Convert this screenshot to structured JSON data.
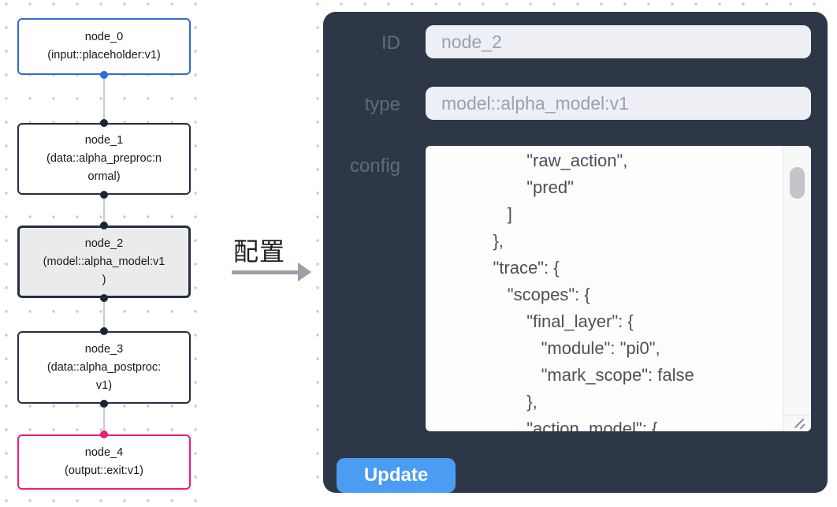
{
  "flow": {
    "nodes": [
      {
        "id": "node_0",
        "kind": "input",
        "lines": [
          "node_0",
          "(input::placeholder:v1)",
          ""
        ]
      },
      {
        "id": "node_1",
        "kind": "default",
        "lines": [
          "node_1",
          "(data::alpha_preproc:n",
          "ormal)"
        ]
      },
      {
        "id": "node_2",
        "kind": "selected",
        "lines": [
          "node_2",
          "(model::alpha_model:v1",
          ")"
        ]
      },
      {
        "id": "node_3",
        "kind": "default",
        "lines": [
          "node_3",
          "(data::alpha_postproc:",
          "v1)"
        ]
      },
      {
        "id": "node_4",
        "kind": "output",
        "lines": [
          "node_4",
          "(output::exit:v1)",
          ""
        ]
      }
    ]
  },
  "annotation": {
    "label": "配置"
  },
  "panel": {
    "id_label": "ID",
    "id_value": "node_2",
    "type_label": "type",
    "type_value": "model::alpha_model:v1",
    "config_label": "config",
    "config_text": "                    \"raw_action\",\n                    \"pred\"\n                ]\n             },\n             \"trace\": {\n                \"scopes\": {\n                    \"final_layer\": {\n                       \"module\": \"pi0\",\n                       \"mark_scope\": false\n                    },\n                    \"action_model\": {",
    "update_label": "Update"
  },
  "colors": {
    "panel_bg": "#2d3748",
    "button_blue": "#4b9cf3",
    "node_default_border": "#252f42",
    "node_input_border": "#3568cf",
    "node_output_border": "#eb1e78",
    "selected_node_bg": "#ebebeb",
    "port_default": "#1c2534",
    "port_input": "#2c6ce3",
    "port_output": "#eb2079",
    "input_bg": "#edeff4",
    "input_text": "#99a1ac",
    "label_text": "#5f6a7b"
  }
}
